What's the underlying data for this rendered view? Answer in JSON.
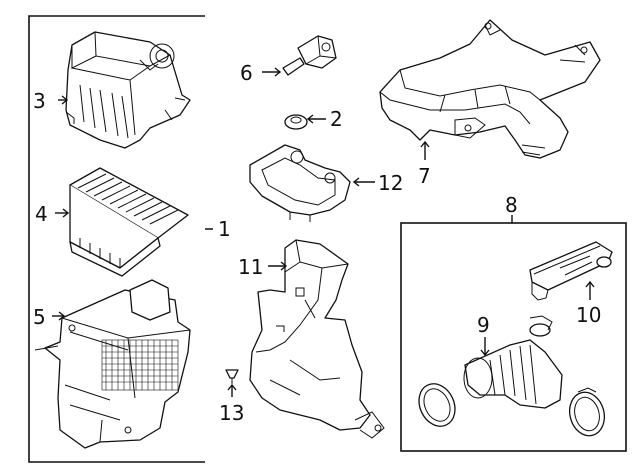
{
  "callouts": {
    "c1": "1",
    "c2": "2",
    "c3": "3",
    "c4": "4",
    "c5": "5",
    "c6": "6",
    "c7": "7",
    "c8": "8",
    "c9": "9",
    "c10": "10",
    "c11": "11",
    "c12": "12",
    "c13": "13"
  },
  "parts": [
    {
      "id": "air-cleaner-assembly",
      "callout": "1"
    },
    {
      "id": "grommet",
      "callout": "2"
    },
    {
      "id": "upper-cover",
      "callout": "3"
    },
    {
      "id": "filter-element",
      "callout": "4"
    },
    {
      "id": "lower-housing",
      "callout": "5"
    },
    {
      "id": "sensor",
      "callout": "6"
    },
    {
      "id": "intake-duct",
      "callout": "7"
    },
    {
      "id": "outlet-hose-assembly",
      "callout": "8"
    },
    {
      "id": "outlet-hose",
      "callout": "9"
    },
    {
      "id": "resonator",
      "callout": "10"
    },
    {
      "id": "inlet-duct",
      "callout": "11"
    },
    {
      "id": "bracket",
      "callout": "12"
    },
    {
      "id": "push-pin",
      "callout": "13"
    }
  ],
  "colors": {
    "line": "#111111",
    "background": "#ffffff"
  }
}
